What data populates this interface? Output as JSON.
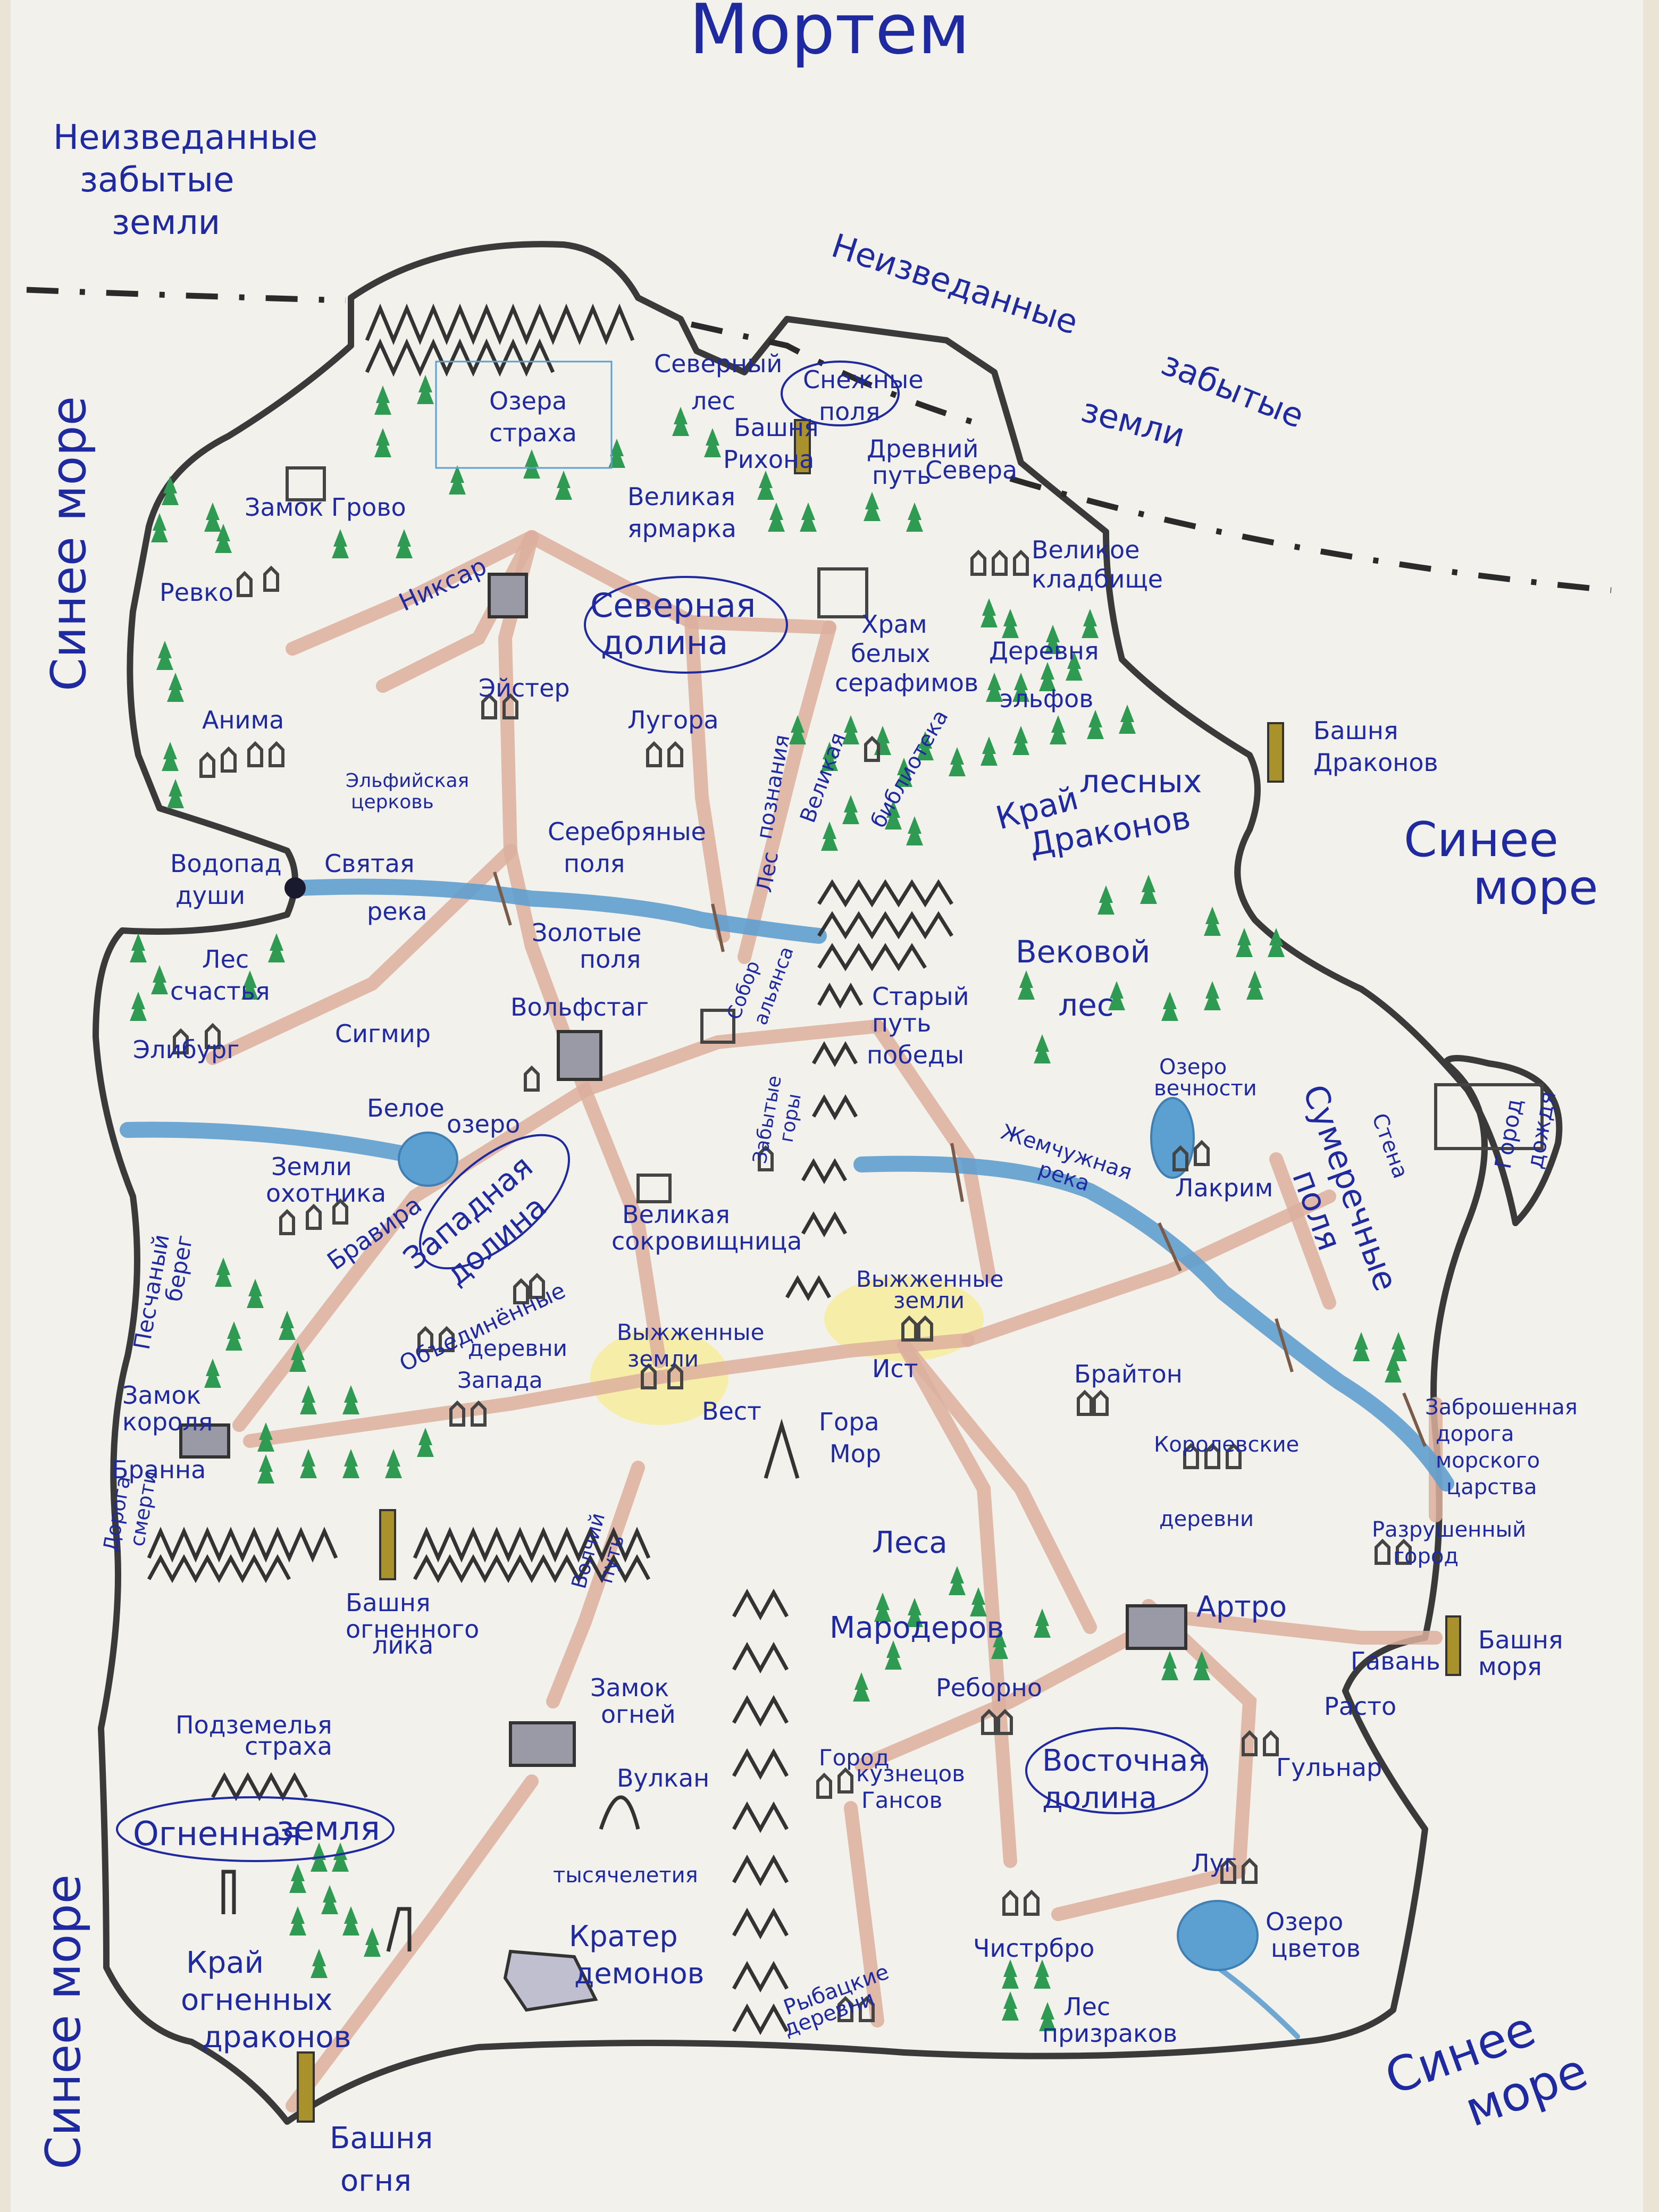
{
  "map": {
    "title": "Мортем",
    "regions": {
      "unknown_lands_left": [
        "Неизведанные",
        "забытые",
        "земли"
      ],
      "unknown_lands_top": [
        "Неизведанные",
        "забытые",
        "земли"
      ],
      "sea_west_upper": "Синее море",
      "sea_west_lower": "Синее море",
      "sea_east": [
        "Синее",
        "море"
      ],
      "sea_southeast": [
        "Синее",
        "море"
      ]
    },
    "labels": {
      "lakes_fear": [
        "Озера",
        "страха"
      ],
      "northern_forest": [
        "Северный",
        "лес"
      ],
      "snow_fields": [
        "Снежные",
        "поля"
      ],
      "tower_rihon": [
        "Башня",
        "Рихона"
      ],
      "ancient_path_north": [
        "Древний",
        "путь",
        "Севера"
      ],
      "castle_grovo": "Замок Грово",
      "great_fair": [
        "Великая",
        "ярмарка"
      ],
      "great_cemetery": [
        "Великое",
        "кладбище"
      ],
      "revko": "Ревко",
      "niksar": "Никсар",
      "north_valley": [
        "Северная",
        "долина"
      ],
      "temple": [
        "Храм",
        "белых",
        "серафимов"
      ],
      "village_elves": [
        "Деревня",
        "эльфов"
      ],
      "anima": "Анима",
      "elven_church": [
        "Эльфийская",
        "церковь"
      ],
      "eister": "Эйстер",
      "lugora": "Лугора",
      "forest_knowledge": [
        "Лес",
        "познания"
      ],
      "great_library": [
        "Великая",
        "библиотека"
      ],
      "forest_dragons_land": [
        "Край",
        "лесных",
        "Драконов"
      ],
      "tower_dragons": [
        "Башня",
        "Драконов"
      ],
      "waterfall": [
        "Водопад",
        "души"
      ],
      "holy_river": [
        "Святая",
        "река"
      ],
      "silver_fields": [
        "Серебряные",
        "поля"
      ],
      "golden_fields": [
        "Золотые",
        "поля"
      ],
      "forest_happiness": [
        "Лес",
        "счастья"
      ],
      "sigmir": "Сигмир",
      "wolfstag": "Вольфстаг",
      "cathedral": [
        "Собор",
        "альянса"
      ],
      "old_path_victory": [
        "Старый",
        "путь",
        "победы"
      ],
      "ancient_forest": [
        "Вековой",
        "лес"
      ],
      "elibург": "Элибург",
      "white_lake": [
        "Белое",
        "озеро"
      ],
      "lake_eternity": [
        "Озеро",
        "вечности"
      ],
      "twilight_fields": [
        "Сумеречные",
        "поля"
      ],
      "wall": "Стена",
      "city_rain": [
        "Город",
        "дождя"
      ],
      "forgotten_mountains": [
        "Забытые",
        "горы"
      ],
      "pearl_river": [
        "Жемчужная",
        "река"
      ],
      "lakrim": "Лакрим",
      "hunter_lands": [
        "Земли",
        "охотника"
      ],
      "bravira": "Бравира",
      "west_valley": [
        "Западная",
        "долина"
      ],
      "treasury": [
        "Великая",
        "сокровищница"
      ],
      "sandy_shore": [
        "Песчаный",
        "берег"
      ],
      "united_villages": [
        "Объединённые",
        "деревни",
        "Запада"
      ],
      "scorched_left": [
        "Выжженные",
        "земли"
      ],
      "scorched_right": [
        "Выжженные",
        "земли"
      ],
      "brighton": "Брайтон",
      "abandoned_road": [
        "Заброшенная",
        "дорога",
        "морского",
        "царства"
      ],
      "castle_king": [
        "Замок",
        "короля",
        "Бранна"
      ],
      "west": "Вест",
      "east": "Ист",
      "mountain_mor": [
        "Гора",
        "Мор"
      ],
      "royal_villages": [
        "Королевские",
        "деревни"
      ],
      "road_death": [
        "Дорога",
        "смерти"
      ],
      "wolf_path": [
        "Волчий",
        "путь"
      ],
      "forests_marauders": [
        "Леса",
        "Мародеров"
      ],
      "ruined_city": [
        "Разрушенный",
        "город"
      ],
      "tower_fiery": [
        "Башня",
        "огненного",
        "лика"
      ],
      "artro": "Артро",
      "harbor": [
        "Гавань",
        "Расто"
      ],
      "tower_sea": [
        "Башня",
        "моря"
      ],
      "dungeons_fear": [
        "Подземелья",
        "страха"
      ],
      "castle_fires": [
        "Замок",
        "огней"
      ],
      "reborno": "Реборно",
      "city_smiths": [
        "Город",
        "кузнецов",
        "Гансов"
      ],
      "east_valley": [
        "Восточная",
        "долина"
      ],
      "gulnar": "Гульнар",
      "volcano": [
        "Вулкан",
        "тысячелетия"
      ],
      "fiery_land": [
        "Огненная",
        "земля"
      ],
      "lug": "Луг",
      "lake_flowers": [
        "Озеро",
        "цветов"
      ],
      "crater": [
        "Кратер",
        "демонов"
      ],
      "fishing_villages": [
        "Рыбацкие",
        "деревни"
      ],
      "chistrbro": "Чистрбро",
      "forest_ghosts": [
        "Лес",
        "призраков"
      ],
      "fiery_dragons_land": [
        "Край",
        "огненных",
        "драконов"
      ],
      "tower_fire": [
        "Башня",
        "огня"
      ]
    },
    "colors": {
      "ink": "#1f2aa0",
      "coast": "#3a3a3a",
      "river": "#5f9ecf",
      "road": "#dcaf9e",
      "forest": "#2f9a52",
      "scorched": "#f6ec9c",
      "tower": "#a9922c"
    },
    "icons": [
      "tree-icon",
      "mountain-icon",
      "house-icon",
      "castle-icon",
      "tower-icon",
      "lake-icon",
      "bridge-icon"
    ]
  }
}
